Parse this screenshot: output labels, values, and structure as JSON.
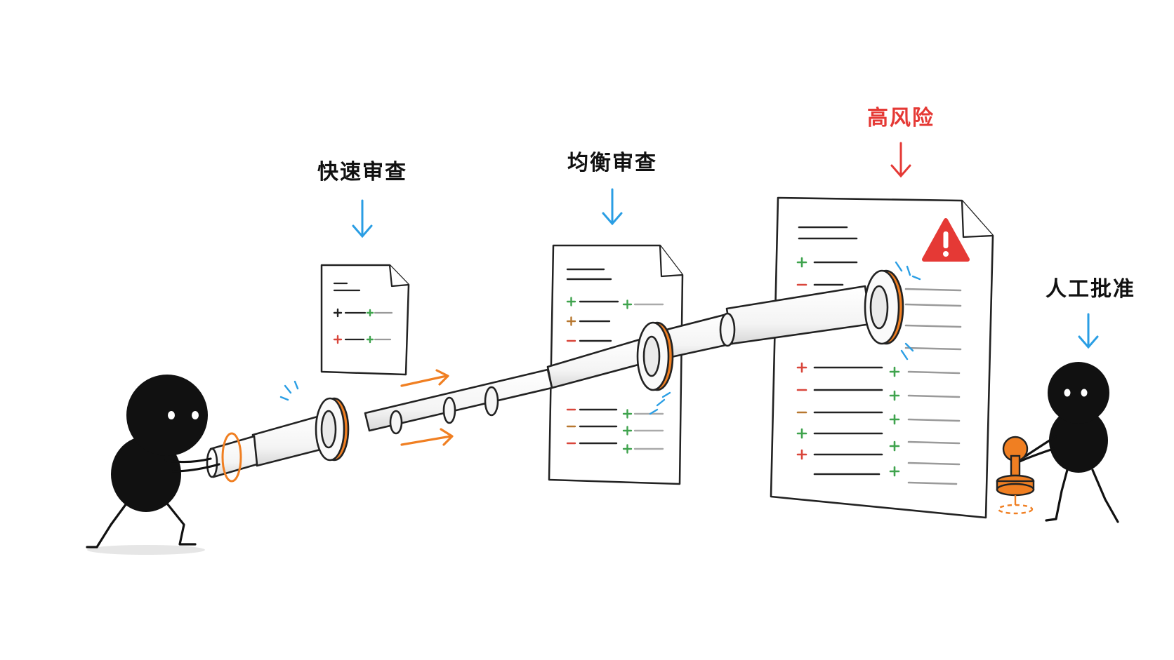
{
  "labels": {
    "fast_review": "快速审查",
    "balanced_review": "均衡审查",
    "high_risk": "高风险",
    "human_approval": "人工批准"
  },
  "colors": {
    "ink": "#111111",
    "accent_orange": "#f07f22",
    "arrow_blue": "#2a9ee4",
    "risk_red": "#e53935",
    "diff_green": "#3fa34d",
    "diff_red": "#d9463b",
    "paper": "#ffffff"
  },
  "icons": [
    "warning-icon",
    "rubber-stamp-icon",
    "telescope-icon"
  ]
}
